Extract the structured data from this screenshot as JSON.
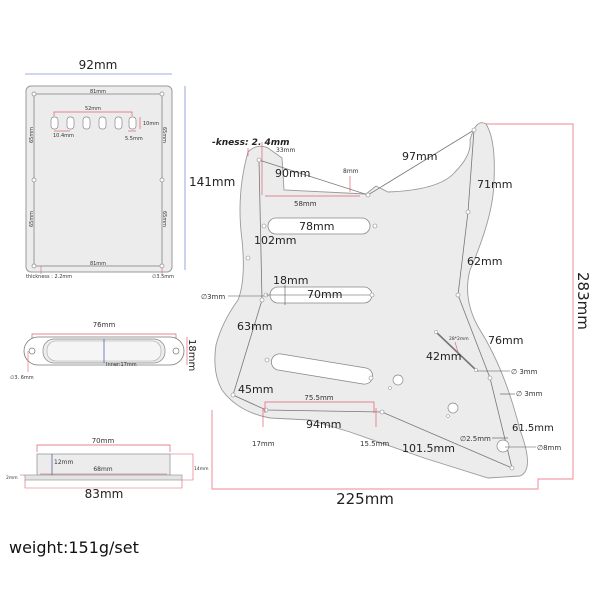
{
  "backplate": {
    "width": "92mm",
    "height": "141mm",
    "hole_span_top": "81mm",
    "hole_span_bottom": "81mm",
    "hole_span_left": "65mm",
    "hole_span_right": "65mm",
    "slots_span": "52mm",
    "slot_height": "10mm",
    "slot_pitch": "10.4mm",
    "slot_width": "5.5mm",
    "thickness": "thickness : 2.2mm",
    "hole_diameter": "∅3.5mm"
  },
  "pickup_cover_top": {
    "length": "76mm",
    "height": "18mm",
    "inner": "Inner:17mm",
    "hole_diameter": "∅3. 6mm"
  },
  "pickup_cover_side": {
    "top_length": "70mm",
    "inner_length": "68mm",
    "height": "12mm",
    "total_height": "14mm",
    "flange": "2mm",
    "base_length": "83mm"
  },
  "pickguard": {
    "thickness": "-kness: 2. 4mm",
    "neck_pocket_depth": "33mm",
    "neck_pocket_width": "58mm",
    "neck_pocket_step": "8mm",
    "top_edge": "90mm",
    "horn_span": "97mm",
    "right_upper": "71mm",
    "right_mid": "62mm",
    "left_upper": "102mm",
    "neck_pickup": "78mm",
    "mid_pickup_height": "18mm",
    "mid_pickup_length": "70mm",
    "screw_hole_left": "∅3mm",
    "left_mid": "63mm",
    "left_lower": "45mm",
    "switch_slot": "28*2mm",
    "switch_span": "42mm",
    "right_lower": "76mm",
    "screw_hole_right_1": "∅ 3mm",
    "screw_hole_right_2": "∅ 3mm",
    "bridge_cut_width": "75.5mm",
    "bridge_cut_span": "94mm",
    "bridge_left_depth": "17mm",
    "bridge_right_depth": "15.5mm",
    "bottom_edge": "101.5mm",
    "jack_edge": "61.5mm",
    "small_hole": "∅2.5mm",
    "jack_hole": "∅8mm",
    "total_height": "283mm",
    "total_width": "225mm"
  },
  "weight": "weight:151g/set",
  "colors": {
    "plate_fill": "#ececec",
    "outline": "#888888",
    "dim_red": "#e06070",
    "dim_pink": "#f0a0a8",
    "dim_blue": "#8090d0"
  }
}
